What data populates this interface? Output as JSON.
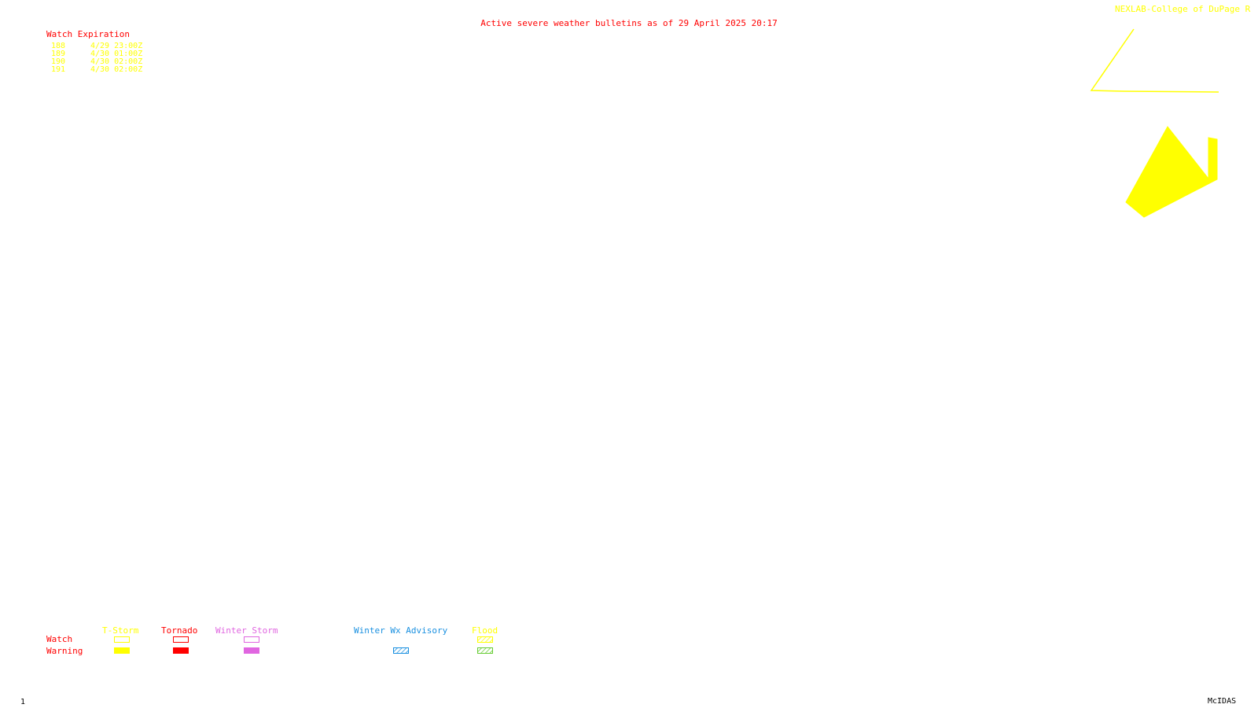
{
  "header": {
    "title": "Active severe weather bulletins as of 29 April 2025 20:17",
    "title_color": "#ff0000",
    "credit": "NEXLAB-College of DuPage R",
    "credit_color": "#ffff00"
  },
  "watch_table": {
    "title": "Watch Expiration",
    "title_color": "#ff0000",
    "text_color": "#ffff00",
    "rows": [
      {
        "number": "188",
        "expires": "4/29 23:00Z"
      },
      {
        "number": "189",
        "expires": "4/30 01:00Z"
      },
      {
        "number": "190",
        "expires": "4/30 02:00Z"
      },
      {
        "number": "191",
        "expires": "4/30 02:00Z"
      }
    ]
  },
  "map": {
    "watch_color": "#ffff00",
    "watch_outline": "thunderstorm-watch-outline",
    "watch_filled": "thunderstorm-warning-area"
  },
  "legend": {
    "row_color": "#ff0000",
    "watch_label": "Watch",
    "warning_label": "Warning",
    "categories": [
      {
        "key": "tstorm",
        "label": "T-Storm",
        "color": "#ffff00",
        "watch_style": "outline",
        "warning_style": "solid"
      },
      {
        "key": "tornado",
        "label": "Tornado",
        "color": "#ff0000",
        "watch_style": "outline",
        "warning_style": "solid"
      },
      {
        "key": "winter",
        "label": "Winter Storm",
        "color": "#e066e0",
        "watch_style": "outline",
        "warning_style": "solid"
      },
      {
        "key": "winterwx",
        "label": "Winter Wx Advisory",
        "color": "#1a90e0",
        "watch_style": "none",
        "warning_style": "hatched"
      },
      {
        "key": "flood",
        "label": "Flood",
        "color": "#ffff00",
        "warning_color": "#66cc33",
        "watch_style": "hatched",
        "warning_style": "hatched"
      }
    ]
  },
  "footer": {
    "frame_number": "1",
    "software": "McIDAS"
  }
}
